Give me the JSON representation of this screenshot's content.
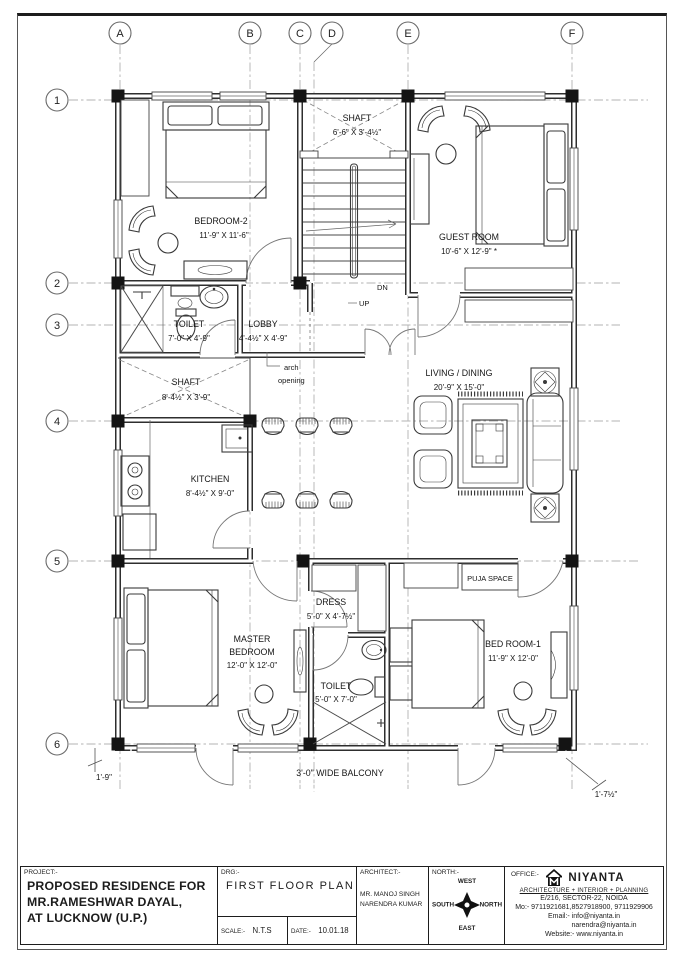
{
  "grid": {
    "cols": [
      "A",
      "B",
      "C",
      "D",
      "E",
      "F"
    ],
    "rows": [
      "1",
      "2",
      "3",
      "4",
      "5",
      "6"
    ]
  },
  "rooms": [
    {
      "name": "BEDROOM-2",
      "dims": "11'-9\" X 11'-6\""
    },
    {
      "name": "SHAFT",
      "dims": "6'-6\" X 3'-4½\""
    },
    {
      "name": "GUEST ROOM",
      "dims": "10'-6\" X 12'-9\" *"
    },
    {
      "name": "TOILET",
      "dims": "7'-0\" X 4'-9\""
    },
    {
      "name": "LOBBY",
      "dims": "4'-4½\" X 4'-9\""
    },
    {
      "name": "SHAFT",
      "dims": "8'-4½\" X 3'-9\""
    },
    {
      "name": "KITCHEN",
      "dims": "8'-4½\" X 9'-0\""
    },
    {
      "name": "LIVING / DINING",
      "dims": "20'-9\" X 15'-0\""
    },
    {
      "name": "DRESS",
      "dims": "5'-0\" X 4'-7½\""
    },
    {
      "name": "MASTER",
      "name2": "BEDROOM",
      "dims": "12'-0\" X 12'-0\""
    },
    {
      "name": "TOILET",
      "dims": "5'-0\" X 7'-0\""
    },
    {
      "name": "PUJA SPACE",
      "dims": ""
    },
    {
      "name": "BED ROOM-1",
      "dims": "11'-9\" X 12'-0\""
    }
  ],
  "annotations": {
    "arch1": "arch",
    "arch2": "opening",
    "up": "UP",
    "dn": "DN",
    "balcony": "3'-0\" WIDE BALCONY",
    "dim_left": "1'-9\"",
    "dim_right": "1'-7½\""
  },
  "titleblock": {
    "project_label": "PROJECT:-",
    "project_line1": "PROPOSED RESIDENCE FOR",
    "project_line2": "MR.RAMESHWAR DAYAL,",
    "project_line3": "AT LUCKNOW (U.P.)",
    "drg_label": "DRG:-",
    "drg_value": "FIRST FLOOR PLAN",
    "scale_label": "SCALE:-",
    "scale_value": "N.T.S",
    "date_label": "DATE:-",
    "date_value": "10.01.18",
    "architect_label": "ARCHITECT:-",
    "architect_line1": "MR. MANOJ SINGH",
    "architect_line2": "NARENDRA KUMAR",
    "north_label": "NORTH:-",
    "compass": {
      "top": "WEST",
      "left": "SOUTH",
      "right": "NORTH",
      "bottom": "EAST"
    },
    "office_label": "OFFICE:-",
    "firm_name": "NIYANTA",
    "firm_tagline": "ARCHITECTURE + INTERIOR + PLANNING",
    "firm_address": "E/216, SECTOR-22, NOIDA",
    "firm_mobile": "Mo:- 9711921681,8527918900, 9711929906",
    "firm_email1": "Email:- info@niyanta.in",
    "firm_email2": "narendra@niyanta.in",
    "firm_website": "Website:- www.niyanta.in"
  },
  "colors": {
    "line": "#1c1c1c",
    "wall": "#2e2e2e",
    "centerline": "#b3b3b3"
  }
}
